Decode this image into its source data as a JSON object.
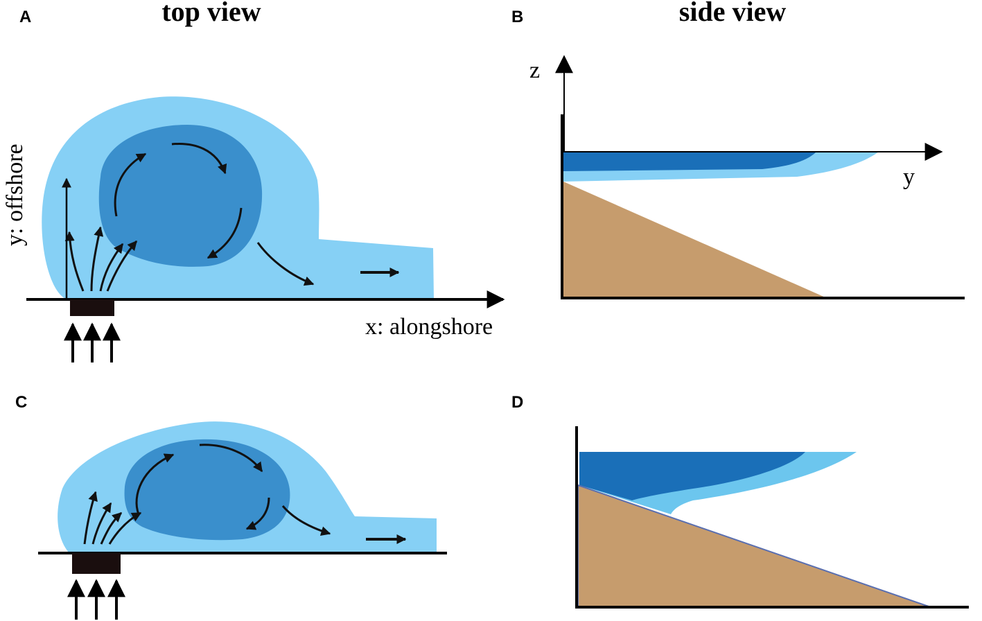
{
  "panels": {
    "a": {
      "letter": "A",
      "heading": "top view",
      "x_label": "x: alongshore",
      "y_label": "y: offshore"
    },
    "b": {
      "letter": "B",
      "heading": "side view",
      "z_label": "z",
      "y_label": "y"
    },
    "c": {
      "letter": "C"
    },
    "d": {
      "letter": "D"
    }
  },
  "colors": {
    "light_plume": "#86d0f5",
    "bulge": "#3a8fcc",
    "deep_layer": "#1a6fb8",
    "shelf": "#c69c6d",
    "ink": "#000000"
  }
}
